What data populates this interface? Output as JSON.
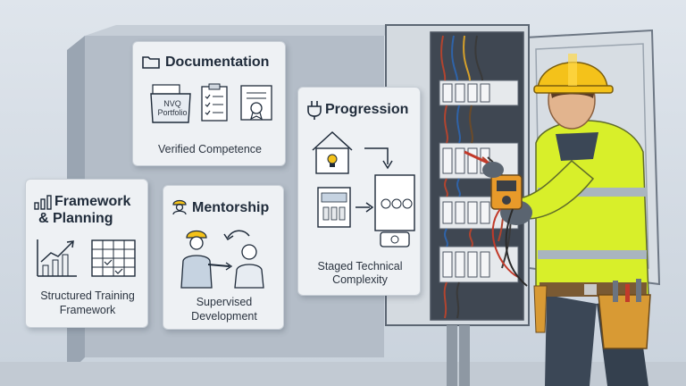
{
  "cards": {
    "documentation": {
      "title": "Documentation",
      "folder_label_line1": "NVQ",
      "folder_label_line2": "Portfolio",
      "caption": "Verified Competence"
    },
    "progression": {
      "title": "Progression",
      "caption_line1": "Staged Technical",
      "caption_line2": "Complexity"
    },
    "framework": {
      "title_line1": "Framework",
      "title_line2": "& Planning",
      "caption_line1": "Structured Training",
      "caption_line2": "Framework"
    },
    "mentorship": {
      "title": "Mentorship",
      "caption_line1": "Supervised",
      "caption_line2": "Development"
    }
  },
  "colors": {
    "hi_vis_yellow": "#d8ef2a",
    "hard_hat": "#f4c21a",
    "multimeter": "#e89a2a",
    "cabinet": "#d9dee4",
    "card_bg": "#eef1f4"
  },
  "icons": [
    "folder-icon",
    "plug-icon",
    "bar-chart-icon",
    "worker-icon"
  ]
}
